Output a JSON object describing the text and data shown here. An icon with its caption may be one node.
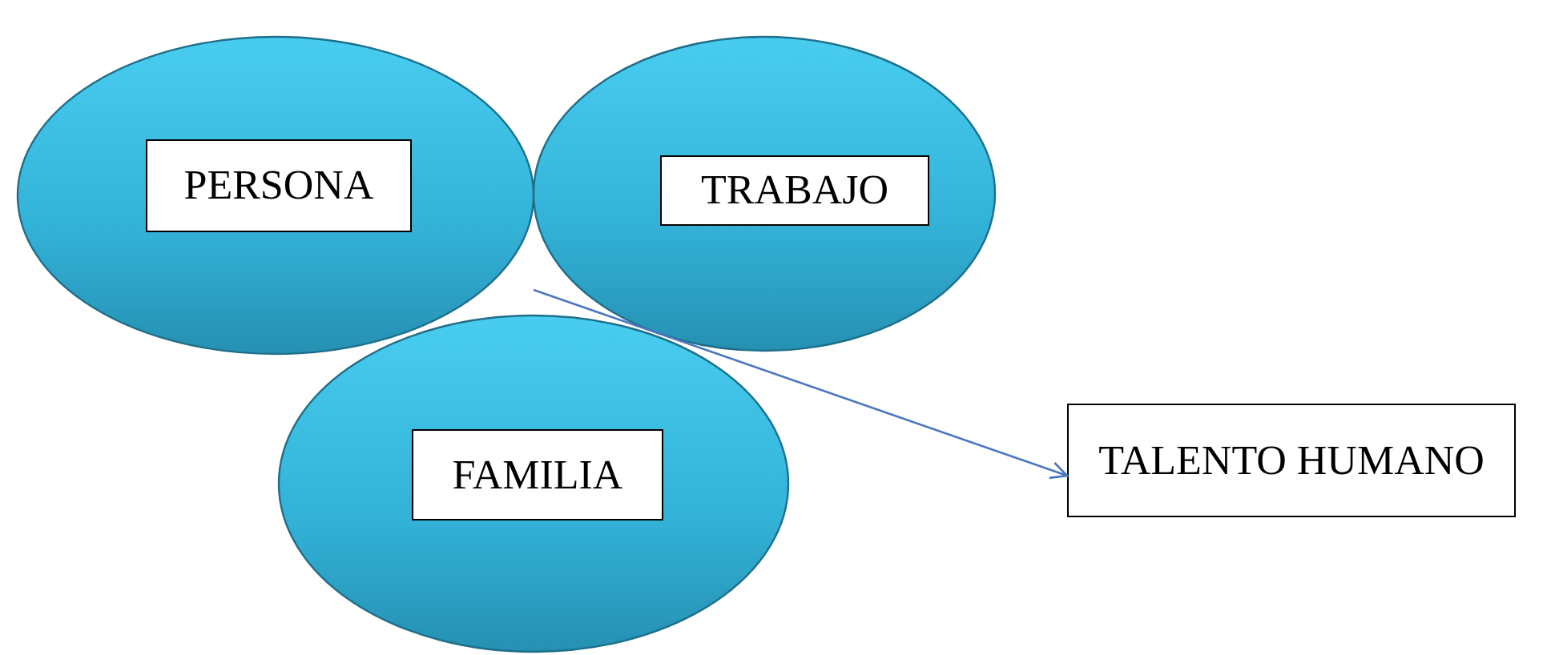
{
  "diagram": {
    "nodes": [
      {
        "text": [
          "PERSONA"
        ]
      },
      {
        "text": [
          "TRABAJO"
        ]
      },
      {
        "text": [
          "FAMILIA"
        ]
      },
      {
        "text": [
          "TALENTO HUMANO"
        ]
      }
    ],
    "edges": [
      {
        "from": null,
        "to": 3,
        "arrow": "to"
      }
    ]
  }
}
